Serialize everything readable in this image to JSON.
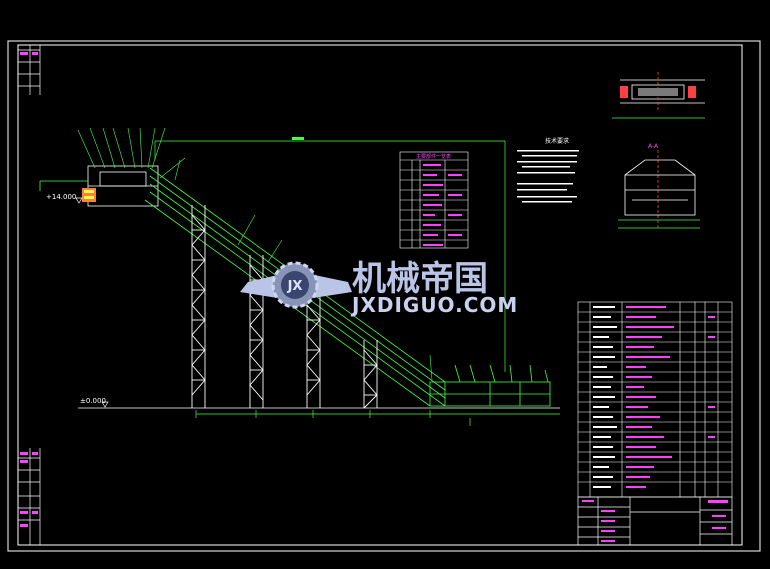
{
  "colors": {
    "background": "#000000",
    "frame": "#ffffff",
    "structure": "#ffffff",
    "conveyor": "#40ff40",
    "annotation_text": "#ff40ff",
    "logo": "#b9c4e6"
  },
  "elevation_labels": {
    "top": "+14.000",
    "ground": "±0.000"
  },
  "watermark": {
    "chinese": "机械帝国",
    "latin": "JXDIGUO.COM",
    "emblem_letters": "JX"
  },
  "section_label": "A-A",
  "technical_notes_title": "技术要求",
  "parts_table_title": "主要部件一览表"
}
